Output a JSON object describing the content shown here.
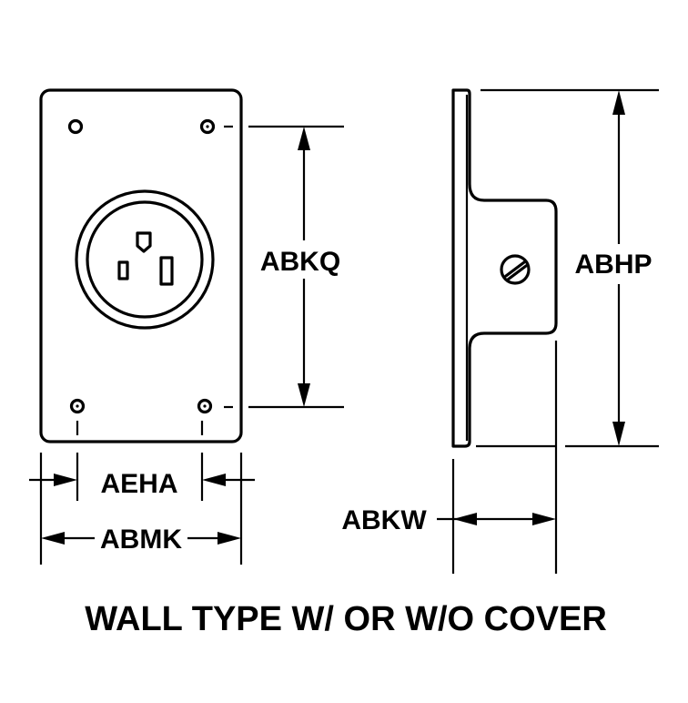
{
  "figure": {
    "caption": "WALL TYPE W/ OR W/O COVER",
    "dimensions": {
      "height_between_mounting_holes": "ABKQ",
      "overall_height_side_view": "ABHP",
      "hole_spacing_width": "AEHA",
      "overall_plate_width": "ABMK",
      "depth_side_view": "ABKW"
    },
    "views": [
      "front-view-receptacle-plate",
      "side-view-receptacle-plate"
    ]
  },
  "colors": {
    "ink": "#000000",
    "paper": "#ffffff"
  }
}
